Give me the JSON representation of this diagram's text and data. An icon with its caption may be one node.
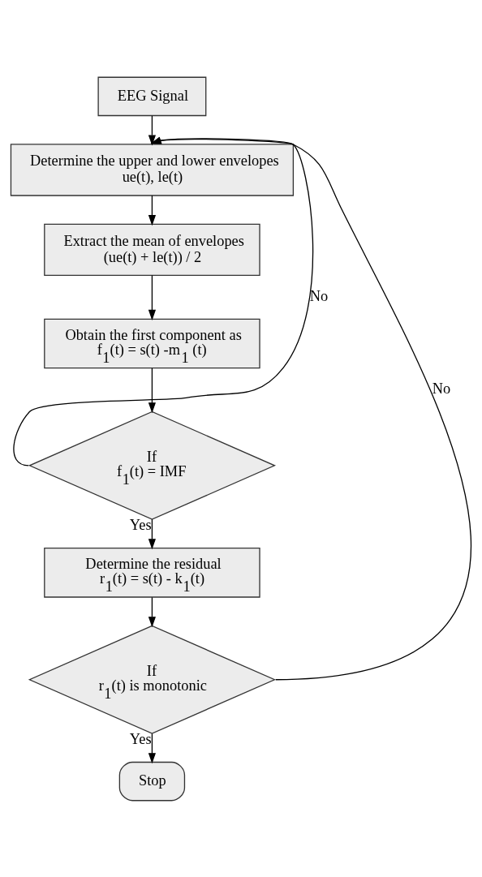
{
  "diagram": {
    "nodes": [
      {
        "text": [
          "EEG Signal"
        ]
      },
      {
        "text": [
          "Determine the upper and lower envelopes",
          "ue(t), le(t)"
        ]
      },
      {
        "text": [
          "Extract the mean of envelopes",
          "(ue(t) + le(t)) / 2"
        ]
      },
      {
        "text": [
          "Obtain the first component as",
          "f$_{1}$(t) = s(t) -m$_{1}$ (t)"
        ]
      },
      {
        "text": [
          "If",
          "f$_{1}$(t) = IMF"
        ]
      },
      {
        "text": [
          "Determine the residual",
          "r$_{1}$(t) = s(t) - k$_{1}$(t)"
        ]
      },
      {
        "text": [
          "If",
          "r$_{1}$(t) is monotonic"
        ]
      },
      {
        "text": [
          "Stop"
        ]
      }
    ],
    "edges": [
      {
        "from": 0,
        "to": 1,
        "arrow": "to"
      },
      {
        "from": 4,
        "to": 1,
        "arrow": "to",
        "label": "No"
      },
      {
        "from": 6,
        "to": 1,
        "arrow": "to",
        "label": "No"
      },
      {
        "from": 1,
        "to": 2,
        "arrow": "to"
      },
      {
        "from": 2,
        "to": 3,
        "arrow": "to"
      },
      {
        "from": 3,
        "to": 4,
        "arrow": "to"
      },
      {
        "from": 4,
        "to": 5,
        "arrow": "to",
        "label": "Yes"
      },
      {
        "from": 5,
        "to": 6,
        "arrow": "to"
      },
      {
        "from": 6,
        "to": 7,
        "arrow": "to",
        "label": "Yes"
      }
    ]
  }
}
